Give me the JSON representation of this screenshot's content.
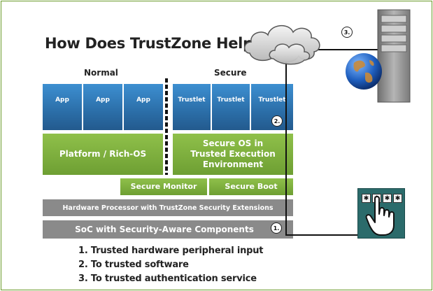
{
  "title": "How Does TrustZone Help?",
  "columns": {
    "normal": "Normal",
    "secure": "Secure"
  },
  "normal_apps": [
    "App",
    "App",
    "App"
  ],
  "trustlets": [
    "Trustlet",
    "Trustlet",
    "Trustlet"
  ],
  "platform_os": "Platform / Rich-OS",
  "secure_os": "Secure OS in Trusted Execution Environment",
  "secure_monitor": "Secure Monitor",
  "secure_boot": "Secure Boot",
  "hardware_processor": "Hardware Processor with TrustZone Security Extensions",
  "soc": "SoC with Security-Aware Components",
  "callouts": [
    "1.",
    "2.",
    "3."
  ],
  "keypad_keys": [
    "✱",
    "✱",
    "✱",
    "✱"
  ],
  "list": [
    "1. Trusted hardware peripheral input",
    "2. To trusted software",
    "3. To trusted authentication service"
  ],
  "colors": {
    "border": "#6a9a2a",
    "blue": "#2b6ea8",
    "green": "#7aab3a",
    "gray": "#8a8a8a",
    "keypad": "#2b6b6b"
  },
  "icons": [
    "cloud-icon",
    "server-icon",
    "globe-icon",
    "keypad-icon",
    "hand-pointer-icon"
  ]
}
